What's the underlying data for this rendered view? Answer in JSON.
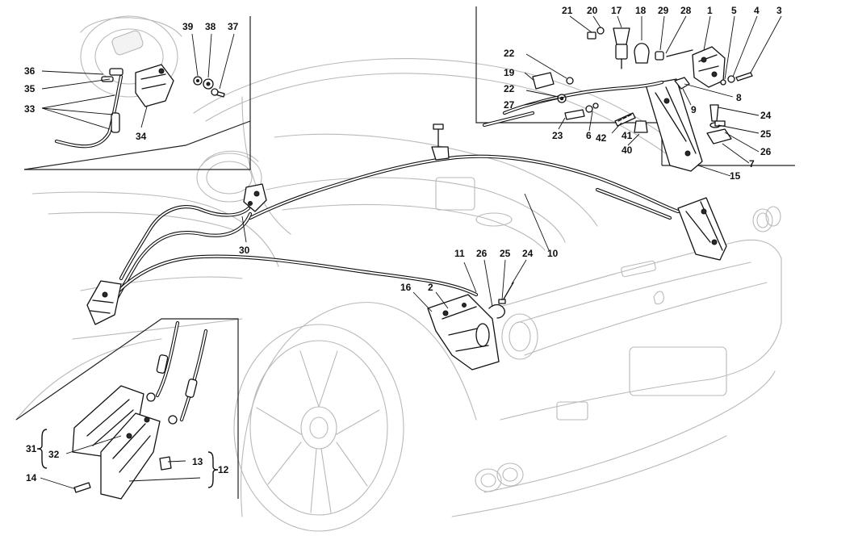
{
  "diagram": {
    "callouts": [
      "1",
      "2",
      "3",
      "4",
      "5",
      "6",
      "7",
      "8",
      "9",
      "10",
      "11",
      "12",
      "13",
      "14",
      "15",
      "16",
      "17",
      "18",
      "19",
      "20",
      "21",
      "22",
      "22",
      "23",
      "24",
      "24",
      "25",
      "25",
      "26",
      "26",
      "27",
      "28",
      "29",
      "30",
      "31",
      "32",
      "33",
      "34",
      "35",
      "36",
      "37",
      "38",
      "39",
      "40",
      "41",
      "42"
    ]
  }
}
